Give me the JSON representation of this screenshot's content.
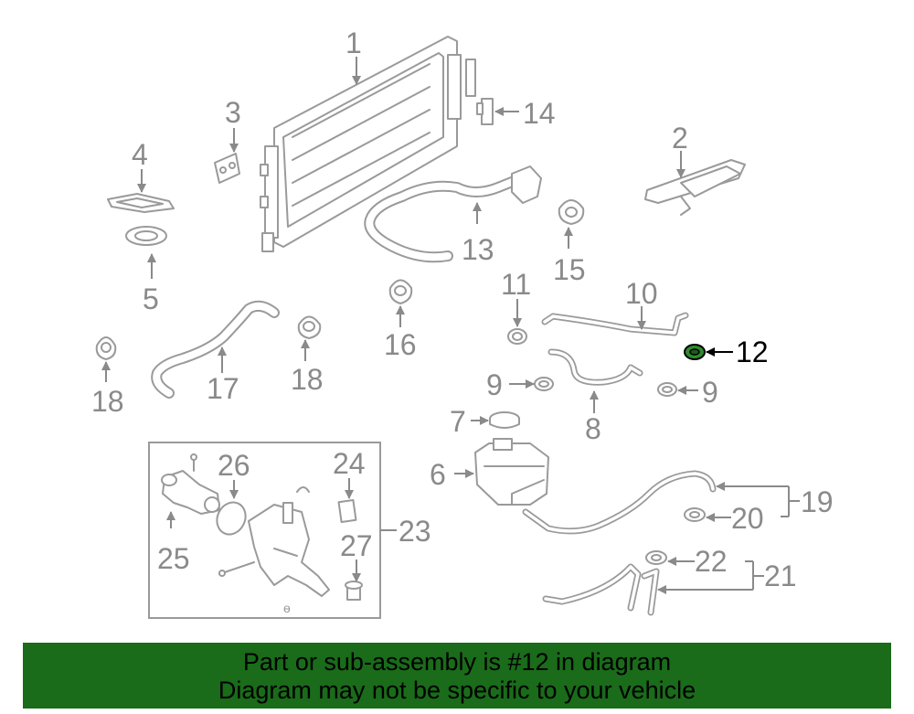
{
  "diagram": {
    "callouts": {
      "c1": "1",
      "c2": "2",
      "c3": "3",
      "c4": "4",
      "c5": "5",
      "c6": "6",
      "c7": "7",
      "c8": "8",
      "c9a": "9",
      "c9b": "9",
      "c10": "10",
      "c11": "11",
      "c12": "12",
      "c13": "13",
      "c14": "14",
      "c15": "15",
      "c16": "16",
      "c17": "17",
      "c18a": "18",
      "c18b": "18",
      "c19": "19",
      "c20": "20",
      "c21": "21",
      "c22": "22",
      "c23": "23",
      "c24": "24",
      "c25": "25",
      "c26": "26",
      "c27": "27"
    },
    "highlight_part": "12",
    "highlight_color": "#2e8b2e",
    "part_color": "#9a9a9a"
  },
  "banner": {
    "line1": "Part or sub-assembly is #12 in diagram",
    "line2": "Diagram may not be specific to your vehicle",
    "background": "#1a6b1a"
  }
}
